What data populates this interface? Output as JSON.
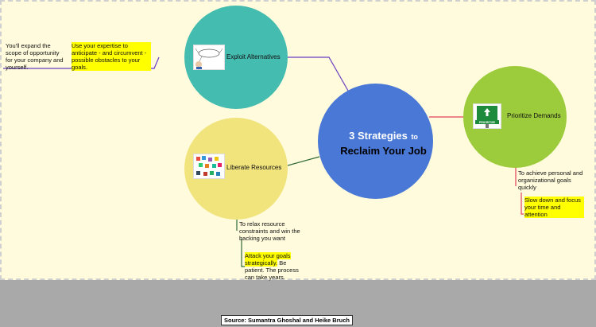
{
  "center": {
    "line1_a": "3 Strategies",
    "line1_b": "to",
    "line2": "Reclaim Your Job",
    "color": "#4a78d6"
  },
  "nodes": {
    "exploit": {
      "label": "Exploit Alternatives",
      "color": "#45bcb0"
    },
    "prioritize": {
      "label": "Prioritize Demands",
      "color": "#9ccb3b",
      "sign_text": "PRIORITIZE"
    },
    "liberate": {
      "label": "Liberate Resources",
      "color": "#f1e47d"
    }
  },
  "notes": {
    "exploit_main": "You'll expand the scope of opportunity for your company and yourself.",
    "exploit_highlight": "Use your expertise to anticipate - and circumvent - possible obstacles to your goals.",
    "prioritize_main": "To achieve personal and organizational goals quickly",
    "prioritize_highlight": "Slow down and focus your time and attention",
    "liberate_main": "To relax resource constraints and win the backing you want",
    "liberate_highlight": "Attack your goals strategically.",
    "liberate_tail": " Be patient. The process can take years."
  },
  "source": "Source: Sumantra Ghoshal and Heike Bruch"
}
